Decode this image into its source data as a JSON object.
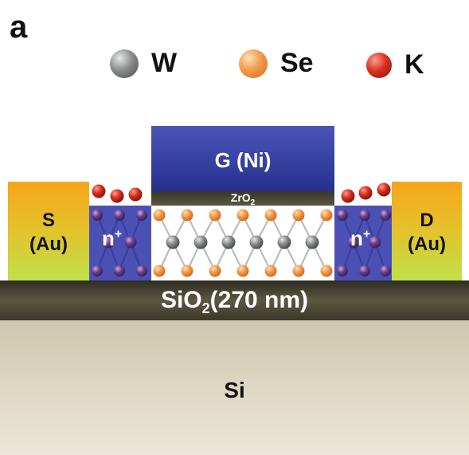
{
  "panel_label": "a",
  "legend": [
    {
      "label": "W",
      "icon": "gray-sphere-icon",
      "color": "#6f7273"
    },
    {
      "label": "Se",
      "icon": "orange-sphere-icon",
      "color": "#f0883a"
    },
    {
      "label": "K",
      "icon": "red-sphere-icon",
      "color": "#d42a1e"
    }
  ],
  "gate": {
    "label": "G (Ni)",
    "color": "#2f3a9a"
  },
  "dielectric": {
    "label_main": "ZrO",
    "label_sub": "2"
  },
  "source": {
    "label_line1": "S",
    "label_line2": "(Au)"
  },
  "drain": {
    "label_line1": "D",
    "label_line2": "(Au)"
  },
  "doped_region": {
    "label_main": "n",
    "label_sup": "+"
  },
  "oxide": {
    "label_main": "SiO",
    "label_sub": "2",
    "label_rest": "(270 nm)"
  },
  "substrate": {
    "label": "Si"
  },
  "colors": {
    "gold_top": "#f4a51c",
    "gold_bottom": "#c9dc3c",
    "doped": "#4a4fb8",
    "oxide": "#4a4636",
    "substrate": "#d9d2bd"
  }
}
